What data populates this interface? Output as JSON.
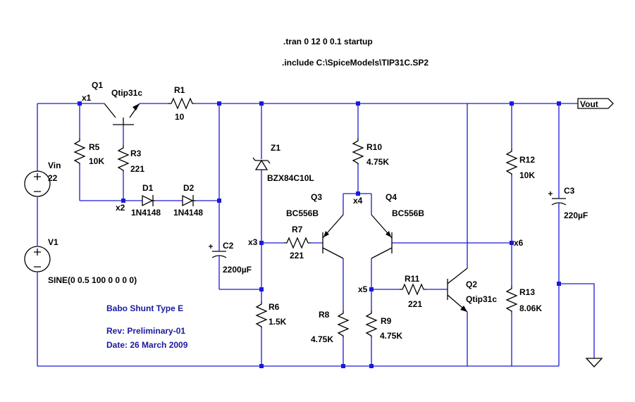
{
  "directives": {
    "tran": ".tran 0 12 0 0.1 startup",
    "include": ".include C:\\SpiceModels\\TIP31C.SP2"
  },
  "components": {
    "vin": {
      "name": "Vin",
      "value": "22"
    },
    "v1": {
      "name": "V1",
      "value": "SINE(0 0.5 100 0 0 0 0)"
    },
    "q1": {
      "name": "Q1",
      "model": "Qtip31c"
    },
    "r1": {
      "name": "R1",
      "value": "10"
    },
    "r3": {
      "name": "R3",
      "value": "221"
    },
    "r5": {
      "name": "R5",
      "value": "10K"
    },
    "d1": {
      "name": "D1",
      "model": "1N4148"
    },
    "d2": {
      "name": "D2",
      "model": "1N4148"
    },
    "z1": {
      "name": "Z1",
      "model": "BZX84C10L"
    },
    "c2": {
      "name": "C2",
      "value": "2200µF"
    },
    "r6": {
      "name": "R6",
      "value": "1.5K"
    },
    "r7": {
      "name": "R7",
      "value": "221"
    },
    "q3": {
      "name": "Q3",
      "model": "BC556B"
    },
    "q4": {
      "name": "Q4",
      "model": "BC556B"
    },
    "r10": {
      "name": "R10",
      "value": "4.75K"
    },
    "r8": {
      "name": "R8",
      "value": "4.75K"
    },
    "r9": {
      "name": "R9",
      "value": "4.75K"
    },
    "r11": {
      "name": "R11",
      "value": "221"
    },
    "q2": {
      "name": "Q2",
      "model": "Qtip31c"
    },
    "r12": {
      "name": "R12",
      "value": "10K"
    },
    "r13": {
      "name": "R13",
      "value": "8.06K"
    },
    "c3": {
      "name": "C3",
      "value": "220µF"
    }
  },
  "nets": {
    "x1": "x1",
    "x2": "x2",
    "x3": "x3",
    "x4": "x4",
    "x5": "x5",
    "x6": "x6",
    "vout": "Vout"
  },
  "title_block": {
    "title": "Babo Shunt Type E",
    "revision": "Rev: Preliminary-01",
    "date": "Date: 26 March 2009"
  },
  "colors": {
    "wire": "#1a1ad8",
    "text": "#000000",
    "note": "#1a1aa0",
    "background": "#ffffff"
  }
}
